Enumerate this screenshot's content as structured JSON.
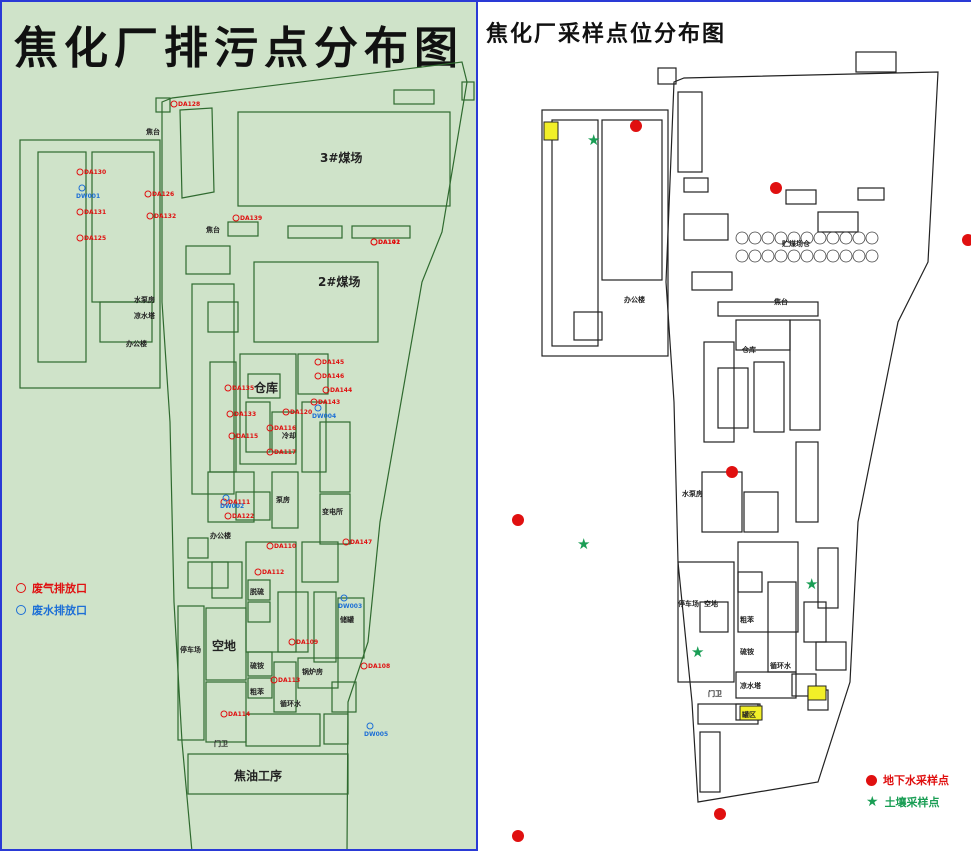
{
  "left": {
    "title": "焦化厂排污点分布图",
    "legend": [
      {
        "label": "废气排放口",
        "color": "#e01010"
      },
      {
        "label": "废水排放口",
        "color": "#1d6fd6"
      }
    ],
    "labels": {
      "coal_yard_1": "3#煤场",
      "coal_yard_2": "2#煤场",
      "coal_tower": "焦台",
      "coal_tower_2": "焦台",
      "warehouse": "仓库",
      "open_space": "空地",
      "tar_process": "焦油工序",
      "office": "办公楼",
      "office_2": "办公楼",
      "water_treat": "水泵房",
      "cool_tower": "凉水塔",
      "circulating": "循环水",
      "sulfur": "硫铵",
      "crude_benzene": "粗苯",
      "parking": "停车场",
      "gate": "门卫",
      "boiler": "锅炉房",
      "substation": "变电所",
      "desulfur": "脱硫",
      "cooling": "冷却",
      "pump": "泵房",
      "storage": "储罐"
    },
    "codes_red": [
      "DA128",
      "DA130",
      "DA126",
      "DA131",
      "DA139",
      "DA132",
      "DA125",
      "DA141",
      "DA145",
      "DA146",
      "DA144",
      "DA143",
      "DA102",
      "DA135",
      "DA133",
      "DA115",
      "DA111",
      "DA116",
      "DA117",
      "DA120",
      "DA122",
      "DA147",
      "DA110",
      "DA112",
      "DA109",
      "DA113",
      "DA114",
      "DA108"
    ],
    "codes_blue": [
      "DW001",
      "DW002",
      "DW003",
      "DW004",
      "DW005"
    ]
  },
  "right": {
    "title": "焦化厂采样点位分布图",
    "legend": [
      {
        "label": "地下水采样点",
        "color": "#e01010",
        "icon": "dot"
      },
      {
        "label": "土壤采样点",
        "color": "#1a9e55",
        "icon": "star"
      }
    ],
    "labels": {
      "coal_yard": "贮煤场仓",
      "coal_tower": "焦台",
      "warehouse": "仓库",
      "open_space": "空地",
      "office": "办公楼",
      "water_treat": "水泵房",
      "cool_tower": "凉水塔",
      "sulfur": "硫铵",
      "crude_benzene": "粗苯",
      "parking": "停车场",
      "gate": "门卫",
      "tank_area": "罐区",
      "circulating": "循环水"
    }
  }
}
